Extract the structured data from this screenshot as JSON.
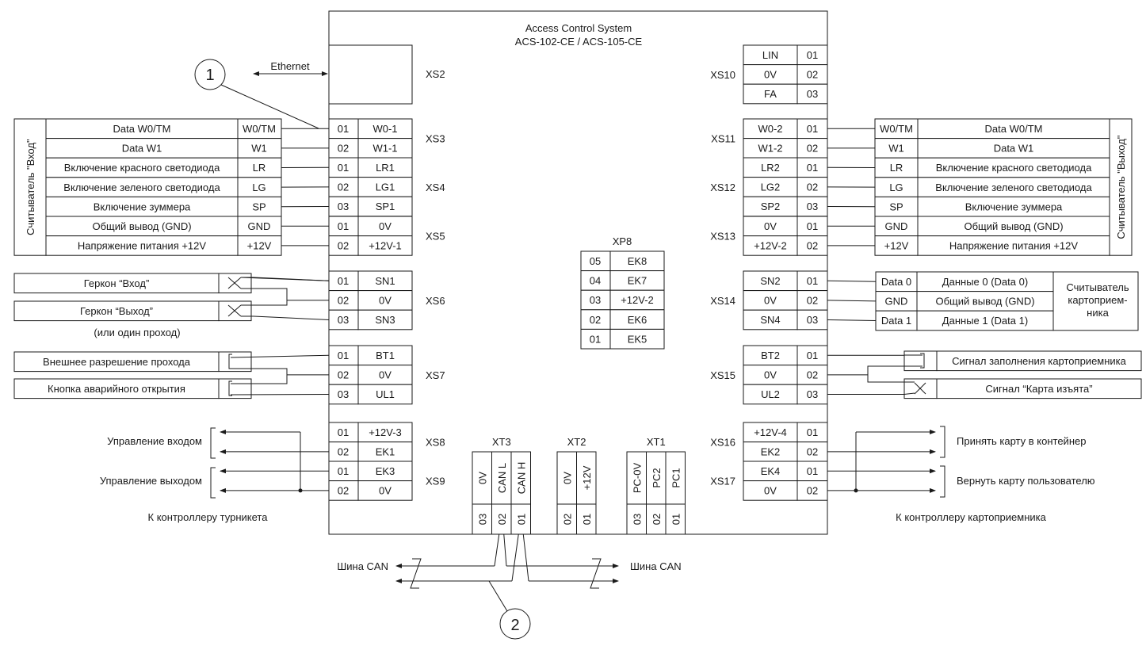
{
  "title": {
    "line1": "Access Control System",
    "line2": "ACS-102-CE / ACS-105-CE"
  },
  "ethernet": {
    "label": "Ethernet",
    "connector": "XS2"
  },
  "callouts": [
    "1",
    "2"
  ],
  "left_connectors": [
    {
      "name": "XS3",
      "pins": [
        [
          "01",
          "W0-1"
        ],
        [
          "02",
          "W1-1"
        ]
      ]
    },
    {
      "name": "XS4",
      "pins": [
        [
          "01",
          "LR1"
        ],
        [
          "02",
          "LG1"
        ],
        [
          "03",
          "SP1"
        ]
      ]
    },
    {
      "name": "XS5",
      "pins": [
        [
          "01",
          "0V"
        ],
        [
          "02",
          "+12V-1"
        ]
      ]
    },
    {
      "name": "XS6",
      "pins": [
        [
          "01",
          "SN1"
        ],
        [
          "02",
          "0V"
        ],
        [
          "03",
          "SN3"
        ]
      ]
    },
    {
      "name": "XS7",
      "pins": [
        [
          "01",
          "BT1"
        ],
        [
          "02",
          "0V"
        ],
        [
          "03",
          "UL1"
        ]
      ]
    },
    {
      "name": "XS8",
      "pins": [
        [
          "01",
          "+12V-3"
        ],
        [
          "02",
          "EK1"
        ]
      ]
    },
    {
      "name": "XS9",
      "pins": [
        [
          "01",
          "EK3"
        ],
        [
          "02",
          "0V"
        ]
      ]
    }
  ],
  "right_connectors": [
    {
      "name": "XS10",
      "pins": [
        [
          "LIN",
          "01"
        ],
        [
          "0V",
          "02"
        ],
        [
          "FA",
          "03"
        ]
      ]
    },
    {
      "name": "XS11",
      "pins": [
        [
          "W0-2",
          "01"
        ],
        [
          "W1-2",
          "02"
        ]
      ]
    },
    {
      "name": "XS12",
      "pins": [
        [
          "LR2",
          "01"
        ],
        [
          "LG2",
          "02"
        ],
        [
          "SP2",
          "03"
        ]
      ]
    },
    {
      "name": "XS13",
      "pins": [
        [
          "0V",
          "01"
        ],
        [
          "+12V-2",
          "02"
        ]
      ]
    },
    {
      "name": "XS14",
      "pins": [
        [
          "SN2",
          "01"
        ],
        [
          "0V",
          "02"
        ],
        [
          "SN4",
          "03"
        ]
      ]
    },
    {
      "name": "XS15",
      "pins": [
        [
          "BT2",
          "01"
        ],
        [
          "0V",
          "02"
        ],
        [
          "UL2",
          "03"
        ]
      ]
    },
    {
      "name": "XS16",
      "pins": [
        [
          "+12V-4",
          "01"
        ],
        [
          "EK2",
          "02"
        ]
      ]
    },
    {
      "name": "XS17",
      "pins": [
        [
          "EK4",
          "01"
        ],
        [
          "0V",
          "02"
        ]
      ]
    }
  ],
  "xp8": {
    "name": "XP8",
    "pins": [
      [
        "05",
        "EK8"
      ],
      [
        "04",
        "EK7"
      ],
      [
        "03",
        "+12V-2"
      ],
      [
        "02",
        "EK6"
      ],
      [
        "01",
        "EK5"
      ]
    ]
  },
  "bottom_connectors": [
    {
      "name": "XT3",
      "pins": [
        [
          "0V",
          "03"
        ],
        [
          "CAN L",
          "02"
        ],
        [
          "CAN H",
          "01"
        ]
      ]
    },
    {
      "name": "XT2",
      "pins": [
        [
          "0V",
          "02"
        ],
        [
          "+12V",
          "01"
        ]
      ]
    },
    {
      "name": "XT1",
      "pins": [
        [
          "PC-0V",
          "03"
        ],
        [
          "PC2",
          "02"
        ],
        [
          "PC1",
          "01"
        ]
      ]
    }
  ],
  "reader_in": {
    "title": "Считыватель \"Вход\"",
    "rows": [
      [
        "Data W0/TM",
        "W0/TM"
      ],
      [
        "Data W1",
        "W1"
      ],
      [
        "Включение красного светодиода",
        "LR"
      ],
      [
        "Включение зеленого светодиода",
        "LG"
      ],
      [
        "Включение зуммера",
        "SP"
      ],
      [
        "Общий вывод (GND)",
        "GND"
      ],
      [
        "Напряжение питания +12V",
        "+12V"
      ]
    ]
  },
  "reader_out": {
    "title": "Считыватель \"Выход\"",
    "rows": [
      [
        "W0/TM",
        "Data W0/TM"
      ],
      [
        "W1",
        "Data W1"
      ],
      [
        "LR",
        "Включение красного светодиода"
      ],
      [
        "LG",
        "Включение зеленого светодиода"
      ],
      [
        "SP",
        "Включение зуммера"
      ],
      [
        "GND",
        "Общий вывод (GND)"
      ],
      [
        "+12V",
        "Напряжение питания +12V"
      ]
    ]
  },
  "reed_switches": {
    "items": [
      "Геркон “Вход”",
      "Геркон “Выход”"
    ],
    "note": "(или один проход)"
  },
  "buttons_left": [
    "Внешнее разрешение прохода",
    "Кнопка аварийного открытия"
  ],
  "card_reader": {
    "title_lines": [
      "Считыватель",
      "картоприем-",
      "ника"
    ],
    "rows": [
      [
        "Data 0",
        "Данные 0 (Data 0)"
      ],
      [
        "GND",
        "Общий вывод (GND)"
      ],
      [
        "Data 1",
        "Данные 1 (Data 1)"
      ]
    ]
  },
  "signals_right": [
    "Сигнал заполнения картоприемника",
    "Сигнал “Карта изъята”"
  ],
  "turnstile": {
    "outputs": [
      "Управление входом",
      "Управление выходом"
    ],
    "caption": "К контроллеру турникета"
  },
  "card_acceptor": {
    "outputs": [
      "Принять карту в контейнер",
      "Вернуть карту пользователю"
    ],
    "caption": "К контроллеру картоприемника"
  },
  "can_bus": {
    "left_label": "Шина CAN",
    "right_label": "Шина CAN"
  }
}
